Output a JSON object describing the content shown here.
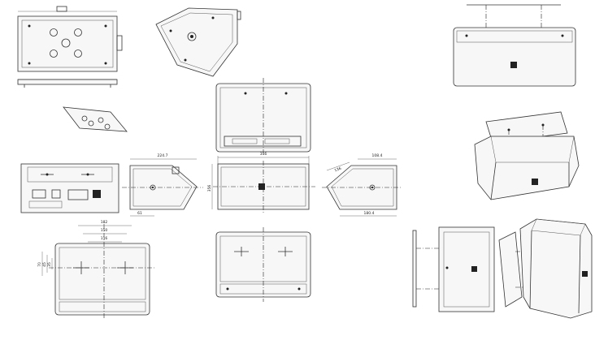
{
  "dimensions": {
    "side_depth": "224.7",
    "side_angle": "61",
    "front_width": "316",
    "rear_top": "108.4",
    "rear_angle": "136",
    "rear_depth": "180.4",
    "height": "356",
    "bracket_outer": "182",
    "bracket_mid": "150",
    "bracket_inner": "116",
    "bracket_h1": "70",
    "bracket_h2": "45",
    "bracket_h3": "35"
  }
}
